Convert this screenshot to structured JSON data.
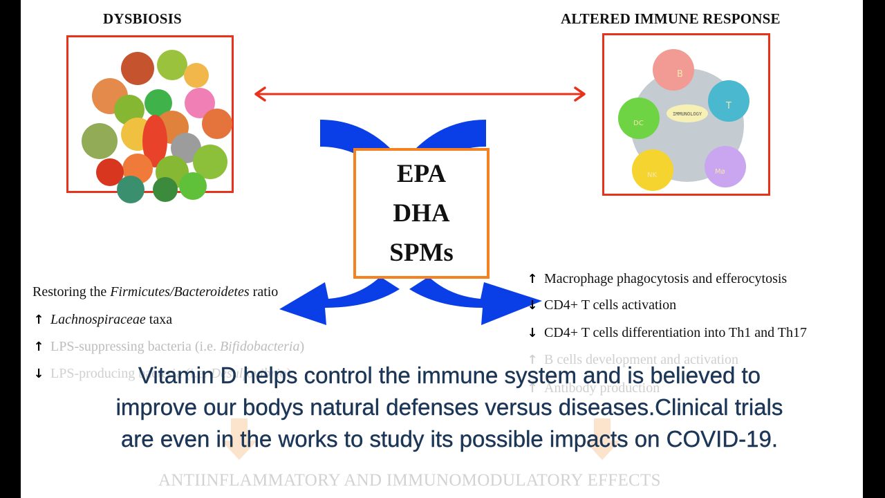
{
  "diagram": {
    "left_panel": {
      "title": "DYSBIOSIS",
      "image": "cartoon-bacteria-cluster"
    },
    "right_panel": {
      "title": "ALTERED IMMUNE RESPONSE",
      "image": "immune-cells-illustration",
      "center_label": "IMMUNOLOGY",
      "cell_labels": [
        "B",
        "T",
        "DC",
        "NK",
        "Mø"
      ]
    },
    "connector": "double-headed-arrow",
    "center_box": {
      "lines": [
        "EPA",
        "DHA",
        "SPMs"
      ],
      "border_color": "#f58220"
    },
    "curved_arrow_color": "#0a3fe8",
    "box_border_color": "#e8321c",
    "left_effects": {
      "heading_prefix": "Restoring the ",
      "heading_italic": "Firmicutes/Bacteroidetes",
      "heading_suffix": " ratio",
      "items": [
        {
          "direction": "up",
          "italic": "Lachnospiraceae",
          "text": " taxa"
        },
        {
          "direction": "up",
          "text": "LPS-suppressing bacteria (i.e. ",
          "italic": "Bifidobacteria",
          "suffix": ")"
        },
        {
          "direction": "down",
          "text": "LPS-producing bacteria (i.e. ",
          "italic": "Desulfovibrio",
          "suffix": ")"
        }
      ]
    },
    "right_effects": {
      "items": [
        {
          "direction": "up",
          "text": "Macrophage phagocytosis and efferocytosis"
        },
        {
          "direction": "down",
          "text": "CD4+ T cells activation"
        },
        {
          "direction": "down",
          "text": "CD4+ T cells differentiation into Th1 and Th17"
        },
        {
          "direction": "up",
          "text": "B cells development and activation"
        },
        {
          "direction": "up",
          "text": "Antibody production"
        }
      ]
    },
    "footer": "ANTIINFLAMMATORY AND IMMUNOMODULATORY EFFECTS"
  },
  "arrows": {
    "up": "🡅",
    "down": "🡇",
    "up_fallback": "↑",
    "down_fallback": "↓"
  },
  "caption": "Vitamin D helps control the immune system and is believed to improve our bodys natural defenses versus diseases.Clinical trials are even in the works to study its possible impacts on COVID-19."
}
